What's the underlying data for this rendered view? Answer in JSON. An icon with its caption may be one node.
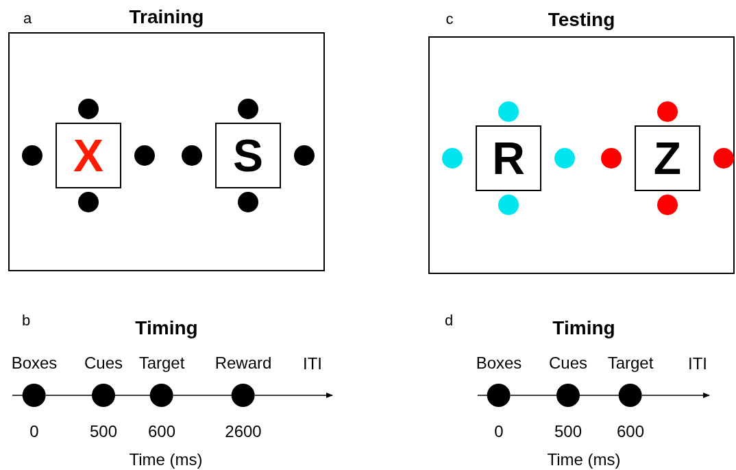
{
  "diagram": {
    "nodes": [
      {
        "text": [
          "Training"
        ]
      },
      {
        "text": [
          "X"
        ],
        "in": 0
      },
      {
        "text": [
          "S"
        ],
        "in": 0
      },
      {
        "text": [
          "Testing"
        ]
      },
      {
        "text": [
          "R"
        ],
        "in": 3
      },
      {
        "text": [
          "Z"
        ],
        "in": 3
      },
      {
        "text": [
          "Boxes"
        ],
        "beside": [
          "0"
        ]
      },
      {
        "text": [
          "Cues"
        ],
        "beside": [
          "500"
        ]
      },
      {
        "text": [
          "Target"
        ],
        "beside": [
          "600"
        ]
      },
      {
        "text": [
          "Reward"
        ],
        "beside": [
          "2600"
        ]
      },
      {
        "text": [
          "Boxes"
        ],
        "beside": [
          "0"
        ]
      },
      {
        "text": [
          "Cues"
        ],
        "beside": [
          "500"
        ]
      },
      {
        "text": [
          "Target"
        ],
        "beside": [
          "600"
        ]
      },
      {
        "text": [],
        "shape": "circle",
        "in": 0
      },
      {
        "text": [],
        "shape": "circle",
        "in": 0
      },
      {
        "text": [],
        "shape": "circle",
        "in": 0
      },
      {
        "text": [],
        "shape": "circle",
        "in": 0
      },
      {
        "text": [],
        "shape": "circle",
        "in": 0
      },
      {
        "text": [],
        "shape": "circle",
        "in": 0
      },
      {
        "text": [],
        "shape": "circle",
        "in": 0
      },
      {
        "text": [],
        "shape": "circle",
        "in": 0
      },
      {
        "text": [],
        "shape": "circle",
        "in": 3
      },
      {
        "text": [],
        "shape": "circle",
        "in": 3
      },
      {
        "text": [],
        "shape": "circle",
        "in": 3
      },
      {
        "text": [],
        "shape": "circle",
        "in": 3
      },
      {
        "text": [],
        "shape": "circle",
        "in": 3
      },
      {
        "text": [],
        "shape": "circle",
        "in": 3
      },
      {
        "text": [],
        "shape": "circle",
        "in": 3
      },
      {
        "text": [],
        "shape": "circle",
        "in": 3
      }
    ],
    "edges": [
      {
        "from": null,
        "to": 6,
        "arrow": "none"
      },
      {
        "from": 6,
        "to": 7,
        "arrow": "none"
      },
      {
        "from": 7,
        "to": 8,
        "arrow": "none"
      },
      {
        "from": 8,
        "to": 9,
        "arrow": "none"
      },
      {
        "from": 9,
        "to": null,
        "arrow": "to"
      },
      {
        "from": null,
        "to": 10,
        "arrow": "none"
      },
      {
        "from": 10,
        "to": 11,
        "arrow": "none"
      },
      {
        "from": 11,
        "to": 12,
        "arrow": "none"
      },
      {
        "from": 12,
        "to": null,
        "arrow": "to"
      }
    ],
    "labels": [
      "a",
      "c",
      "b",
      "Timing",
      "ITI",
      "Time (ms)",
      "d",
      "Timing",
      "ITI",
      "Time (ms)"
    ]
  }
}
